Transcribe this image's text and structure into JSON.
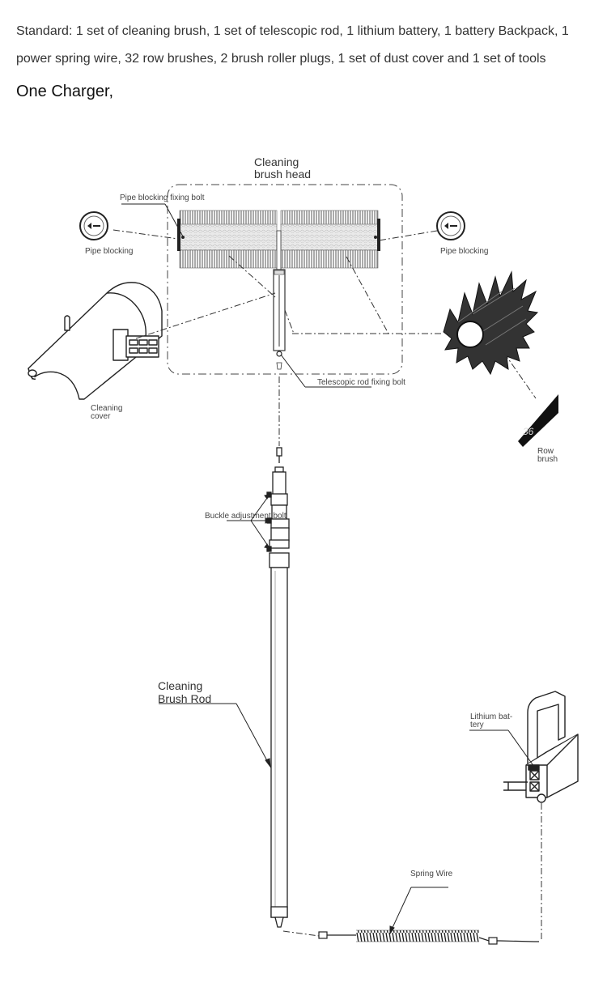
{
  "description": {
    "standard_text": "Standard: 1 set of cleaning brush, 1 set of telescopic rod, 1 lithium battery, 1 battery Backpack, 1 power spring wire, 32 row brushes, 2 brush roller plugs, 1 set of dust cover and 1 set of tools",
    "charger_text": "One Charger,"
  },
  "diagram": {
    "labels": {
      "cleaning_brush_head_l1": "Cleaning",
      "cleaning_brush_head_l2": "brush head",
      "pipe_blocking_fixing_bolt": "Pipe blocking fixing bolt",
      "pipe_blocking_left": "Pipe blocking",
      "pipe_blocking_right": "Pipe blocking",
      "telescopic_rod_fixing_bolt": "Telescopic rod fixing bolt",
      "cleaning_cover_l1": "Cleaning",
      "cleaning_cover_l2": "cover",
      "row_brush_l1": "Row",
      "row_brush_l2": "brush",
      "buckle_adjustment_bolt": "Buckle adjustment bolt",
      "cleaning_brush_rod_l1": "Cleaning",
      "cleaning_brush_rod_l2": "Brush Rod",
      "lithium_battery_l1": "Lithium bat-",
      "lithium_battery_l2": "tery",
      "spring_wire": "Spring Wire"
    }
  }
}
